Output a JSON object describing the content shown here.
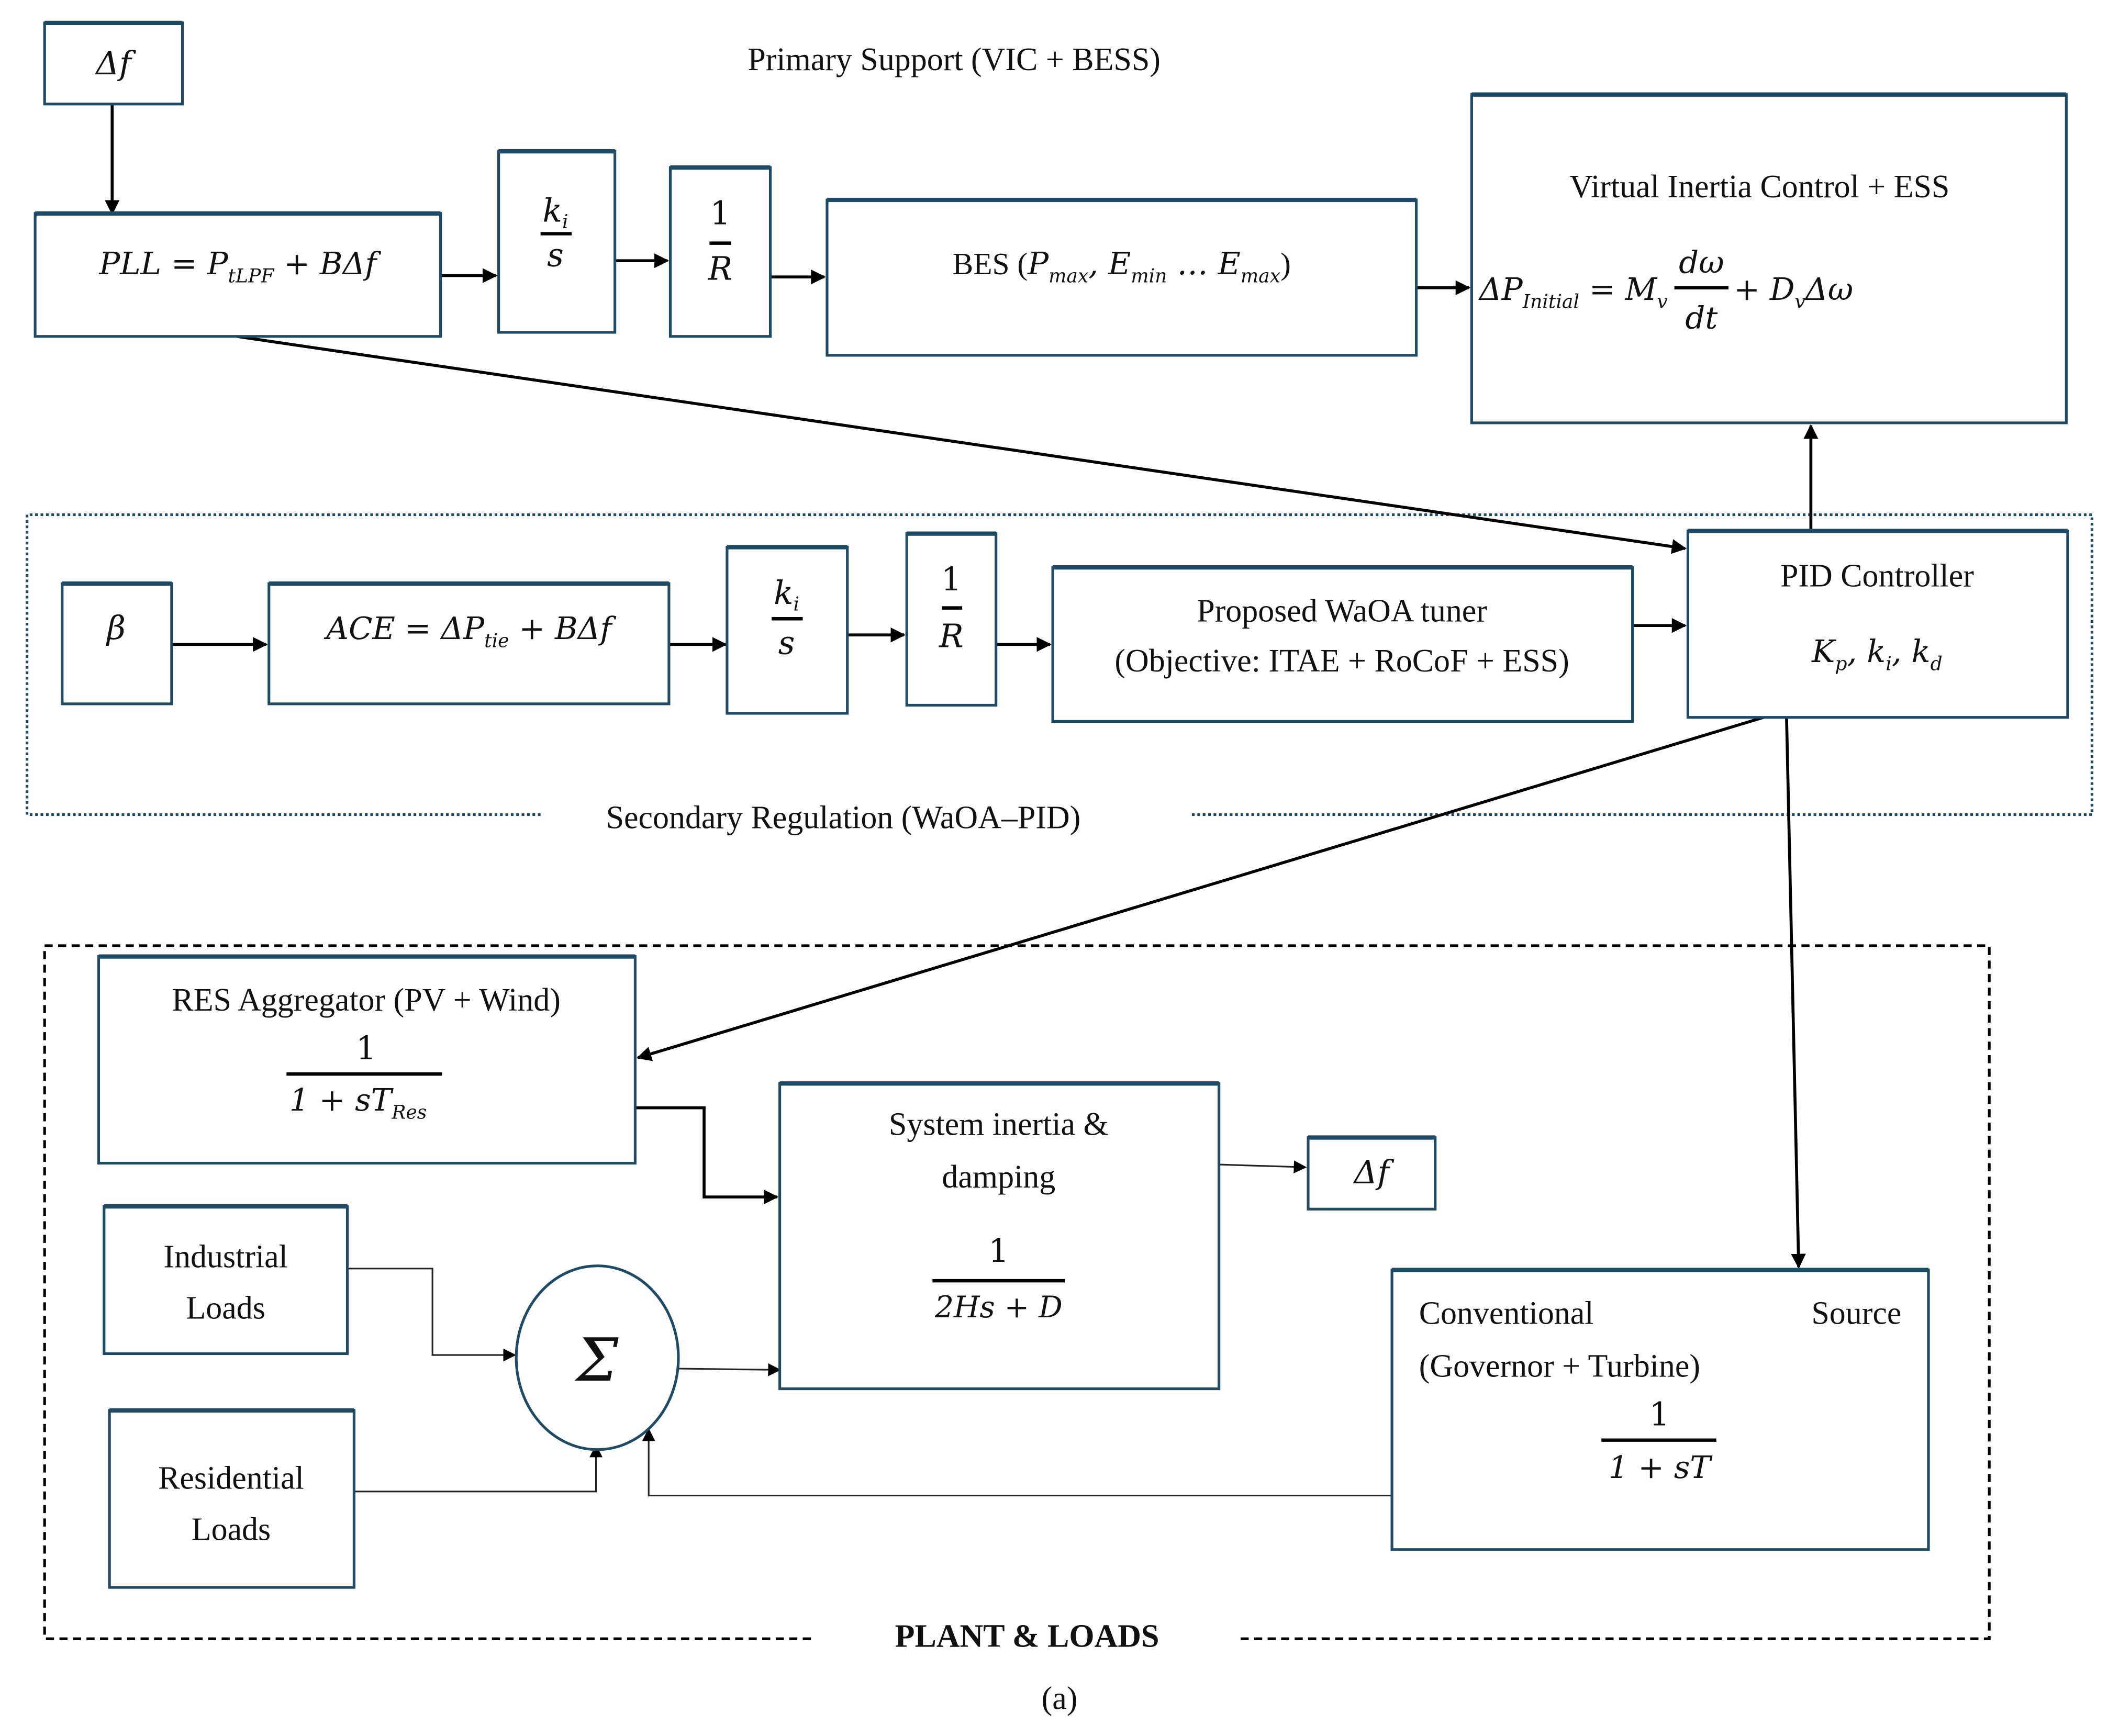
{
  "figure": {
    "caption": "(a)",
    "regions": {
      "primary": "Primary Support (VIC + BESS)",
      "secondary": "Secondary Regulation (WaOA–PID)",
      "plant": "PLANT & LOADS"
    }
  },
  "blocks": {
    "delta_f_input": {
      "text": "Δf"
    },
    "pll": {
      "lhs": "PLL = P",
      "sub": "tLPF",
      "rhs": " + BΔf"
    },
    "ki_s_primary": {
      "num": "k",
      "num_sub": "i",
      "den": "s"
    },
    "inv_r_primary": {
      "num": "1",
      "den": "R"
    },
    "bes": {
      "text": "BES (",
      "p": "P",
      "p_sub": "max",
      "sep1": ", ",
      "e1": "E",
      "e1_sub": "min",
      "sep2": " … ",
      "e2": "E",
      "e2_sub": "max",
      "close": ")"
    },
    "vic": {
      "title": "Virtual Inertia Control + ESS",
      "lhs": "ΔP",
      "lhs_sub": "Initial",
      "eq": " = M",
      "m_sub": "v",
      "frac_num": "dω",
      "frac_den": "dt",
      "plus": " + D",
      "d_sub": "v",
      "tail": "Δω"
    },
    "beta": {
      "text": "β"
    },
    "ace": {
      "lhs": "ACE = ΔP",
      "sub": "tie",
      "rhs": " + BΔf"
    },
    "ki_s_secondary": {
      "num": "k",
      "num_sub": "i",
      "den": "s"
    },
    "inv_r_secondary": {
      "num": "1",
      "den": "R"
    },
    "tuner": {
      "line1": "Proposed WaOA tuner",
      "line2": "(Objective: ITAE + RoCoF + ESS)"
    },
    "pid": {
      "title": "PID Controller",
      "k1": "K",
      "k1_sub": "p",
      "k2": "k",
      "k2_sub": "i",
      "k3": "k",
      "k3_sub": "d",
      "sep": ", "
    },
    "res": {
      "title": "RES Aggregator (PV + Wind)",
      "num": "1",
      "den": "1 + sT",
      "den_sub": "Res"
    },
    "inertia": {
      "line1": "System inertia &",
      "line2": "damping",
      "num": "1",
      "den": "2Hs + D"
    },
    "delta_f_output": {
      "text": "Δf"
    },
    "industrial": {
      "line1": "Industrial",
      "line2": "Loads"
    },
    "residential": {
      "line1": "Residential",
      "line2": "Loads"
    },
    "summer": {
      "symbol": "Σ"
    },
    "conventional": {
      "word1": "Conventional",
      "word2": "Source",
      "line2": "(Governor + Turbine)",
      "num": "1",
      "den": "1 + sT"
    }
  },
  "colors": {
    "block_border": "#1f4a66",
    "arrow": "#000000",
    "background": "#ffffff"
  }
}
